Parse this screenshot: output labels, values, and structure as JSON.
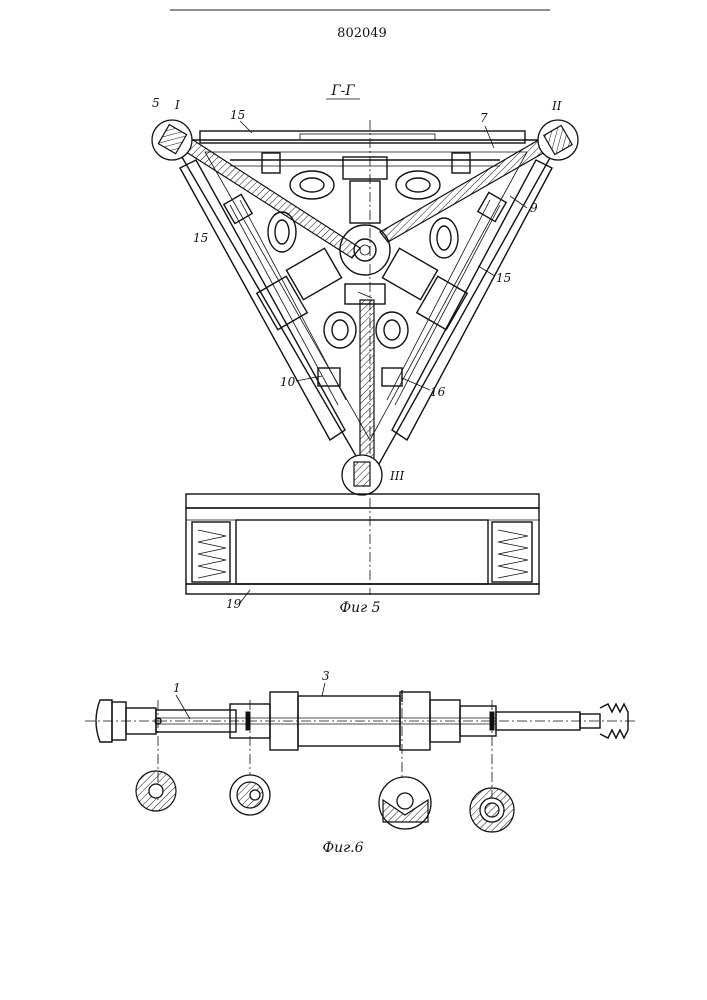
{
  "document_number": "802049",
  "section_label": "Г-Г",
  "figure5": {
    "caption": "Фиг 5",
    "labels": {
      "l5": "5",
      "lI": "I",
      "l15a": "15",
      "l7": "7",
      "lII": "II",
      "l15b": "15",
      "l9": "9",
      "l15c": "15",
      "l10": "10",
      "l16": "16",
      "lIII": "III",
      "l19": "19"
    }
  },
  "figure6": {
    "caption": "Фиг.6",
    "labels": {
      "l1": "1",
      "l3": "3"
    }
  }
}
